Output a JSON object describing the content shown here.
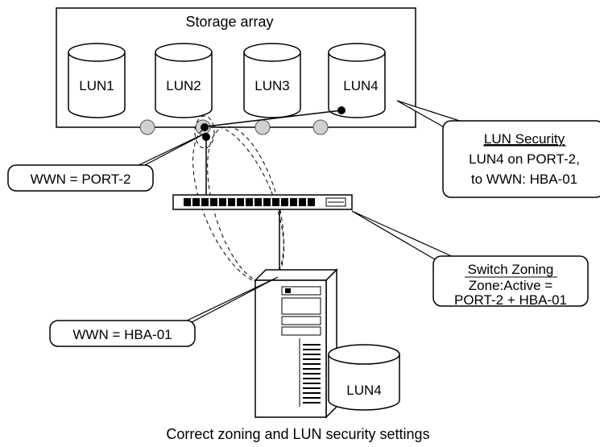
{
  "storage_array": {
    "title": "Storage array",
    "luns": [
      "LUN1",
      "LUN2",
      "LUN3",
      "LUN4"
    ]
  },
  "callouts": {
    "port_wwn": "WWN = PORT-2",
    "hba_wwn": "WWN = HBA-01",
    "lun_security": {
      "heading": "LUN Security",
      "line1": "LUN4 on PORT-2,",
      "line2": "to WWN: HBA-01"
    },
    "switch_zoning": {
      "heading": "Switch Zoning",
      "line1": "Zone:Active =",
      "line2": "PORT-2 + HBA-01"
    }
  },
  "server_lun": "LUN4",
  "caption": "Correct zoning and LUN security settings"
}
